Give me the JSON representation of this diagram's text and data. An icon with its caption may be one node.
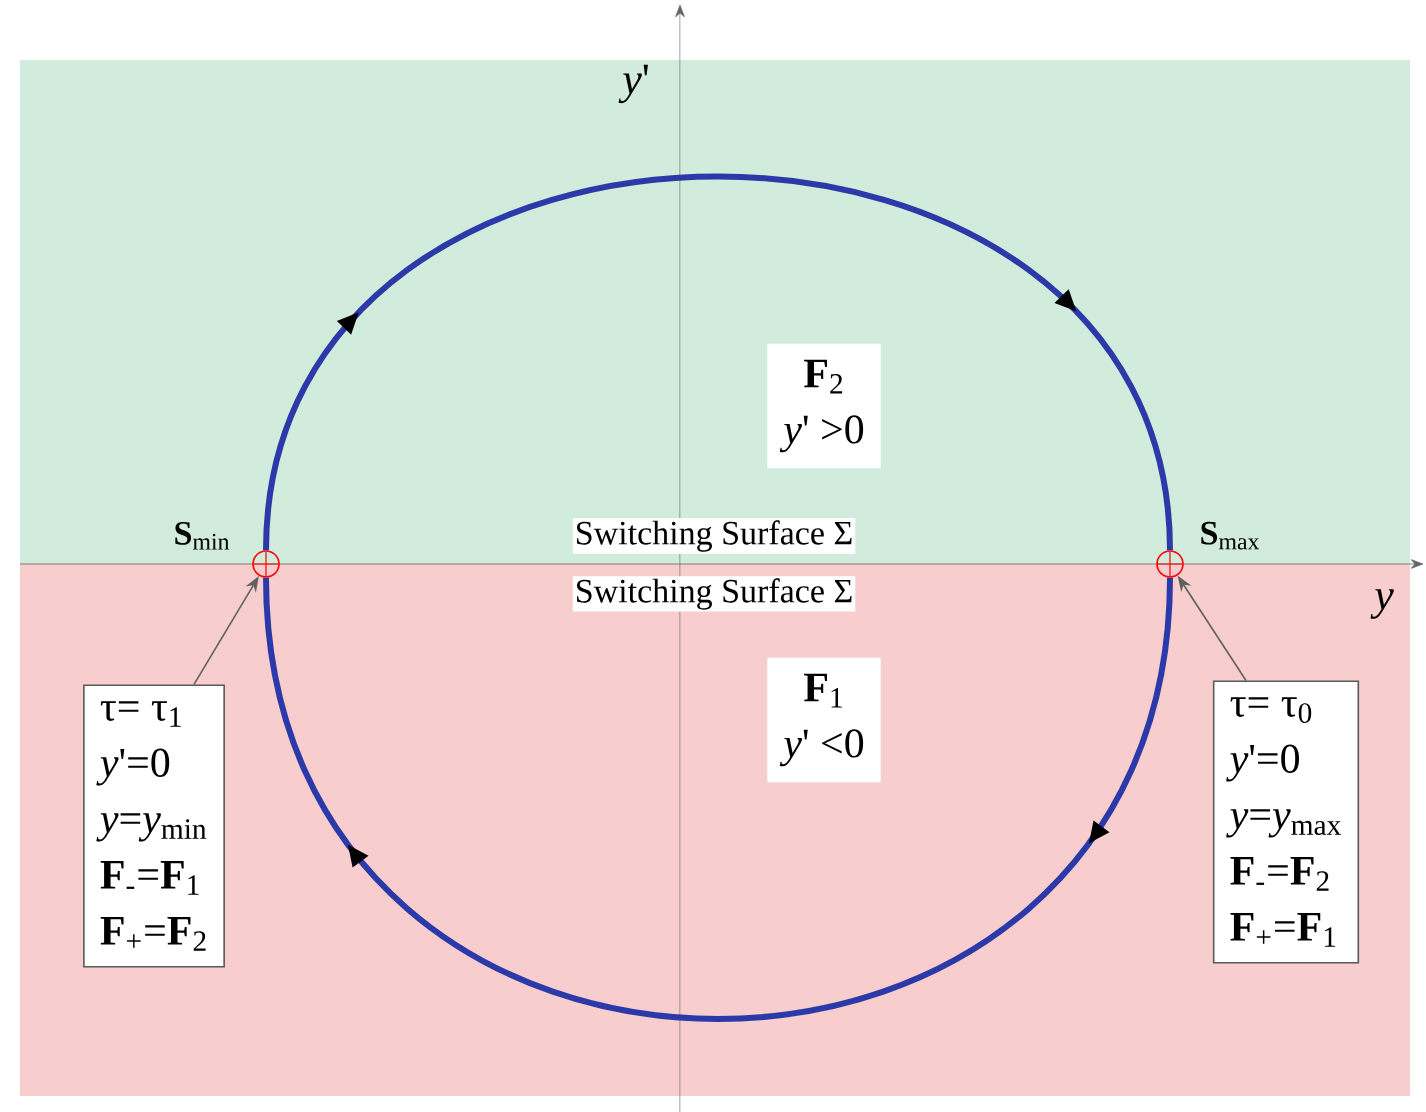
{
  "diagram": {
    "nodes": [
      {
        "text": [
          "**F**$_{2}$",
          "*y*' >0"
        ]
      },
      {
        "text": [
          "**F**$_{1}$",
          "*y*' <0"
        ]
      },
      {
        "text": [
          "τ= τ$_{1}$",
          "*y*'=0",
          "*y*=*y*$_{min}$",
          "**F**$_{-}$=**F**$_{1}$",
          "**F**$_{+}$=**F**$_{2}$"
        ]
      },
      {
        "text": [
          "τ= τ$_{0}$",
          "*y*'=0",
          "*y*=*y*$_{max}$",
          "**F**$_{-}$=**F**$_{2}$",
          "**F**$_{+}$=**F**$_{1}$"
        ]
      },
      {
        "text": [],
        "shape": "circle",
        "beside": [
          "**S**$_{min}$"
        ]
      },
      {
        "text": [],
        "shape": "circle",
        "beside": [
          "**S**$_{max}$"
        ]
      }
    ],
    "edges": [
      {
        "from": 4,
        "to": 5,
        "arrow": "to",
        "style": "thick",
        "color": "#2b3aa8"
      },
      {
        "from": 5,
        "to": 4,
        "arrow": "to",
        "style": "thick",
        "color": "#2b3aa8"
      },
      {
        "from": 2,
        "to": 4,
        "arrow": "to",
        "color": "#606060"
      },
      {
        "from": 3,
        "to": 5,
        "arrow": "to",
        "color": "#606060"
      }
    ],
    "labels": [
      "*y*'",
      "Switching Surface Σ",
      "Switching Surface Σ",
      "*y*"
    ]
  }
}
